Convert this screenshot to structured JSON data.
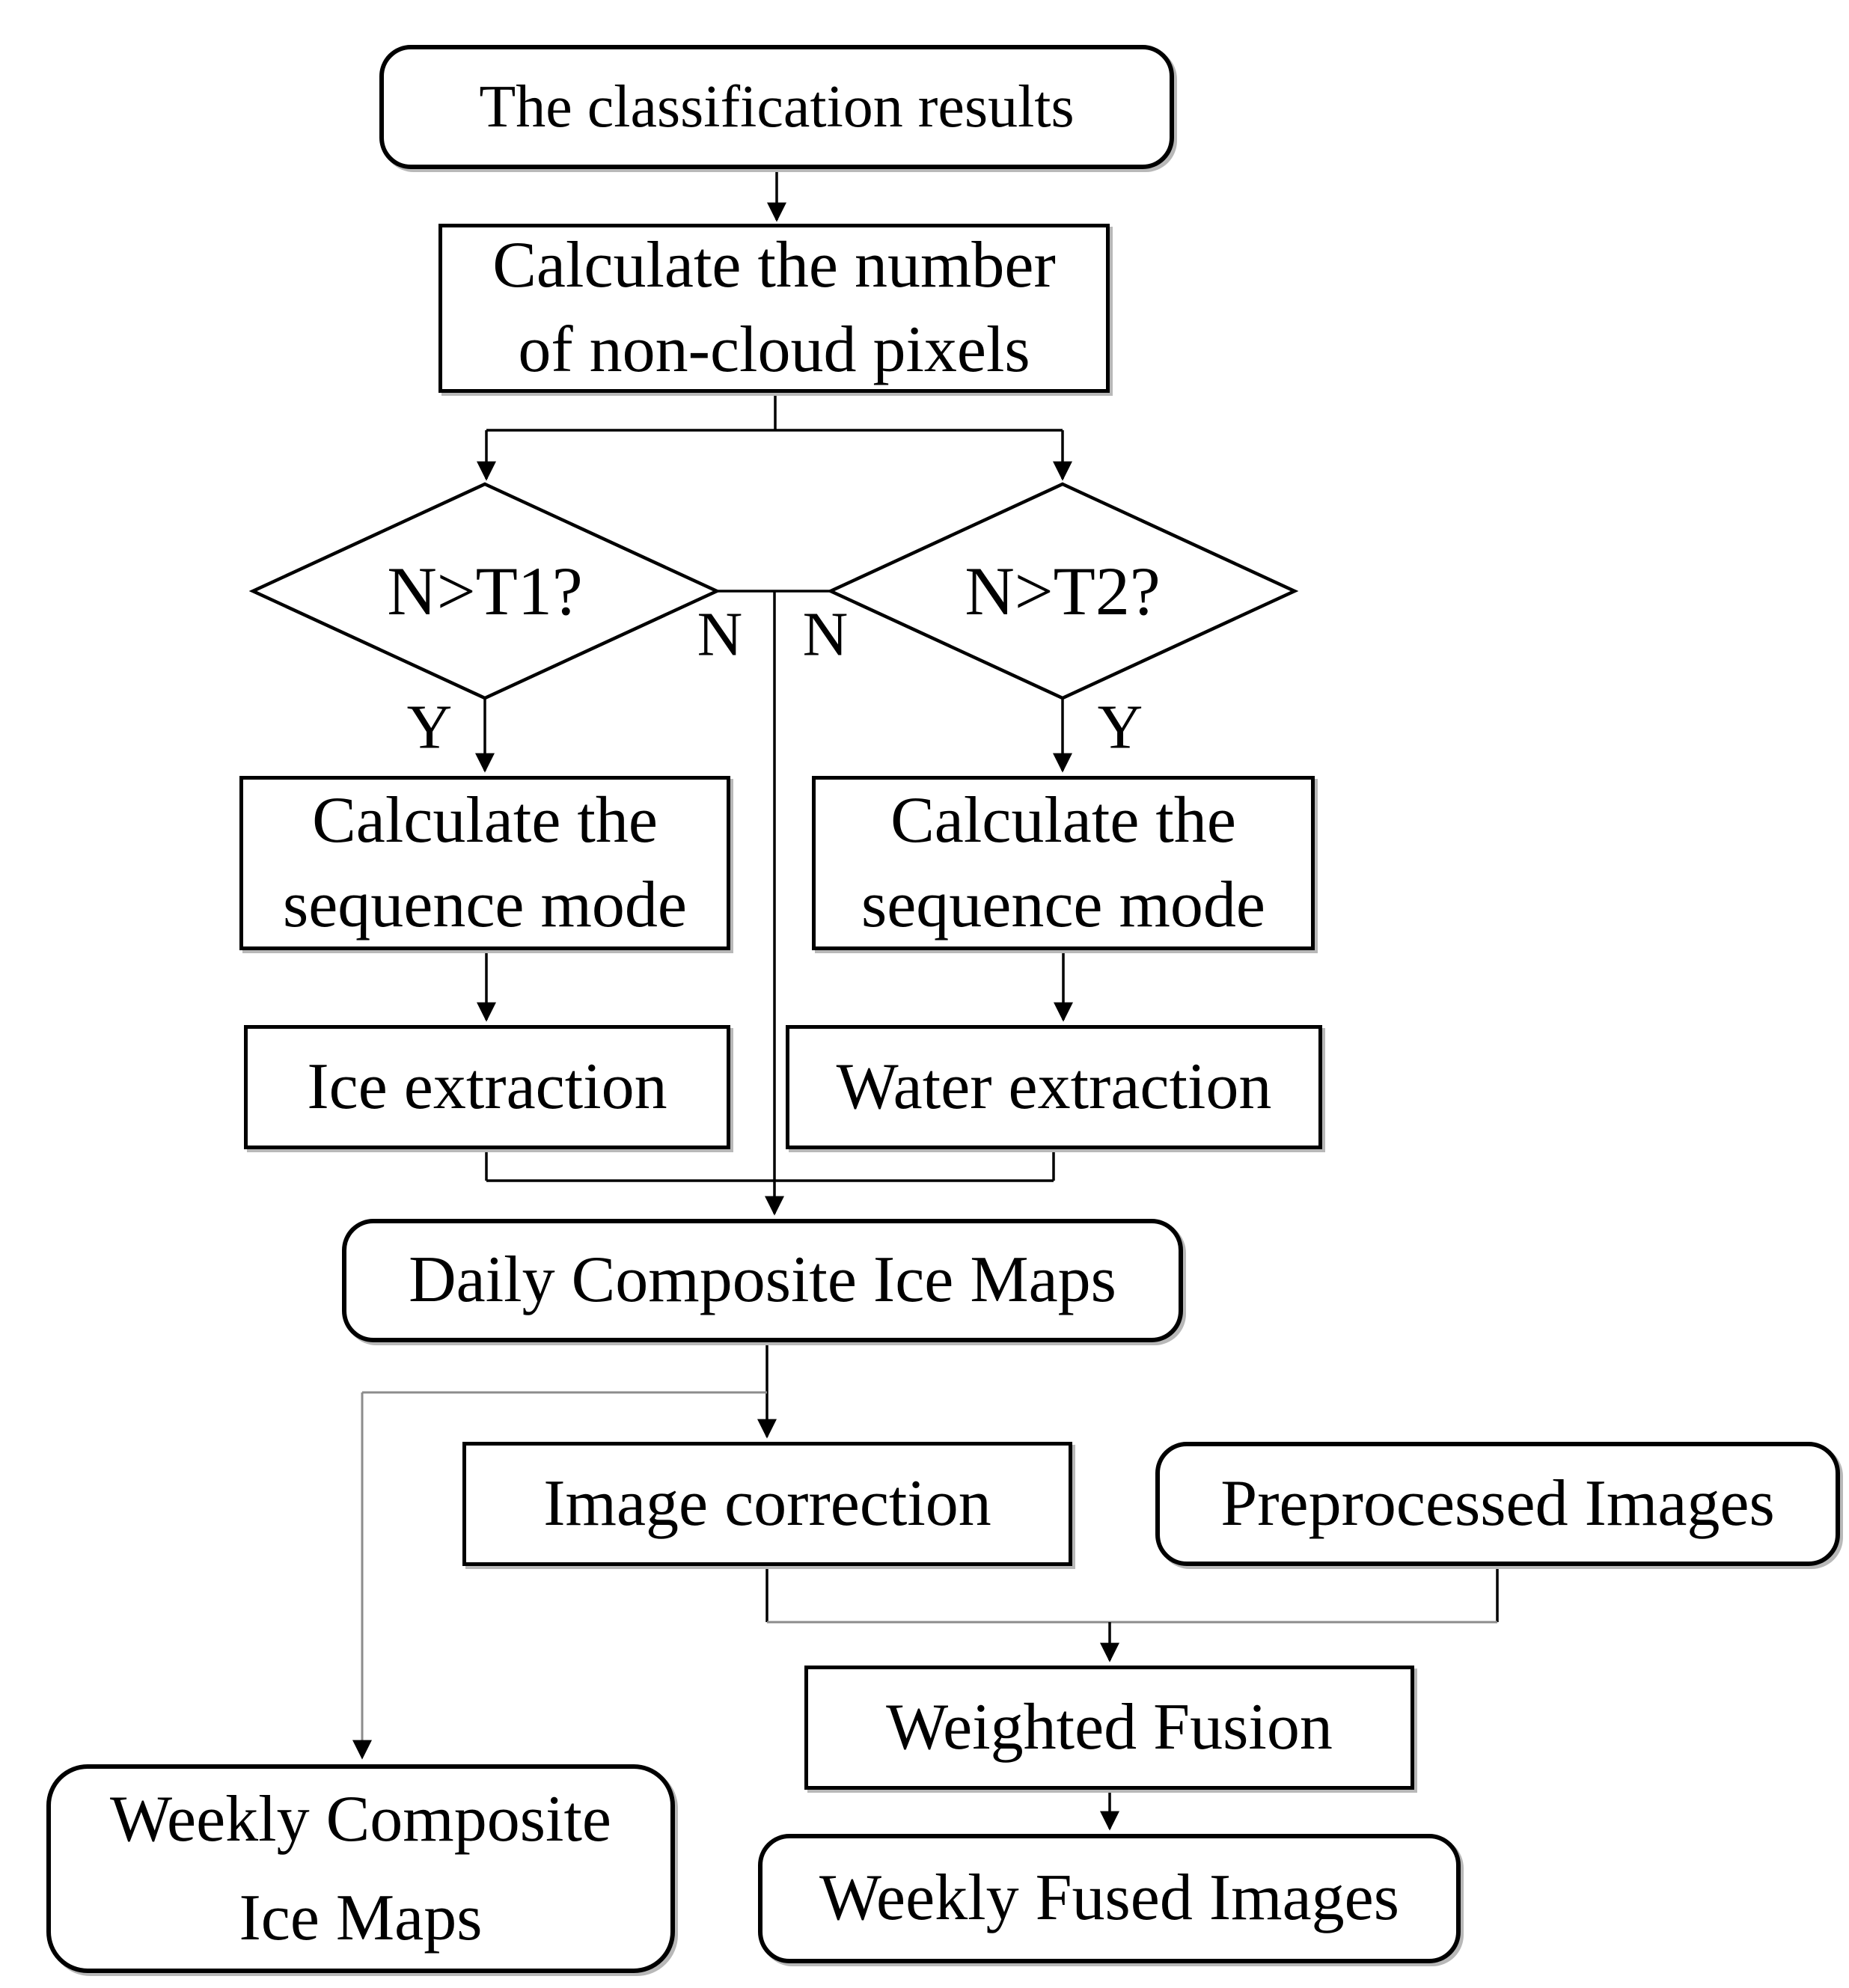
{
  "diagram": {
    "background": "#ffffff",
    "stroke_color": "#000000",
    "secondary_line_color": "#8c8c8c",
    "nodes": {
      "classification_results": {
        "label": "The classification results",
        "shape": "rounded"
      },
      "calc_non_cloud": {
        "label": "Calculate the number\nof non-cloud pixels",
        "shape": "rect"
      },
      "decision_t1": {
        "label": "N>T1?",
        "shape": "diamond"
      },
      "decision_t2": {
        "label": "N>T2?",
        "shape": "diamond"
      },
      "seq_mode_left": {
        "label": "Calculate the\nsequence mode",
        "shape": "rect"
      },
      "seq_mode_right": {
        "label": "Calculate the\nsequence mode",
        "shape": "rect"
      },
      "ice_extraction": {
        "label": "Ice extraction",
        "shape": "rect"
      },
      "water_extraction": {
        "label": "Water extraction",
        "shape": "rect"
      },
      "daily_composite": {
        "label": "Daily Composite Ice Maps",
        "shape": "rounded"
      },
      "image_correction": {
        "label": "Image correction",
        "shape": "rect"
      },
      "preprocessed_images": {
        "label": "Preprocessed Images",
        "shape": "rounded"
      },
      "weighted_fusion": {
        "label": "Weighted Fusion",
        "shape": "rect"
      },
      "weekly_composite": {
        "label": "Weekly Composite\nIce Maps",
        "shape": "rounded"
      },
      "weekly_fused": {
        "label": "Weekly Fused Images",
        "shape": "rounded"
      }
    },
    "edge_labels": {
      "t1_yes": "Y",
      "t1_no": "N",
      "t2_no": "N",
      "t2_yes": "Y"
    }
  }
}
